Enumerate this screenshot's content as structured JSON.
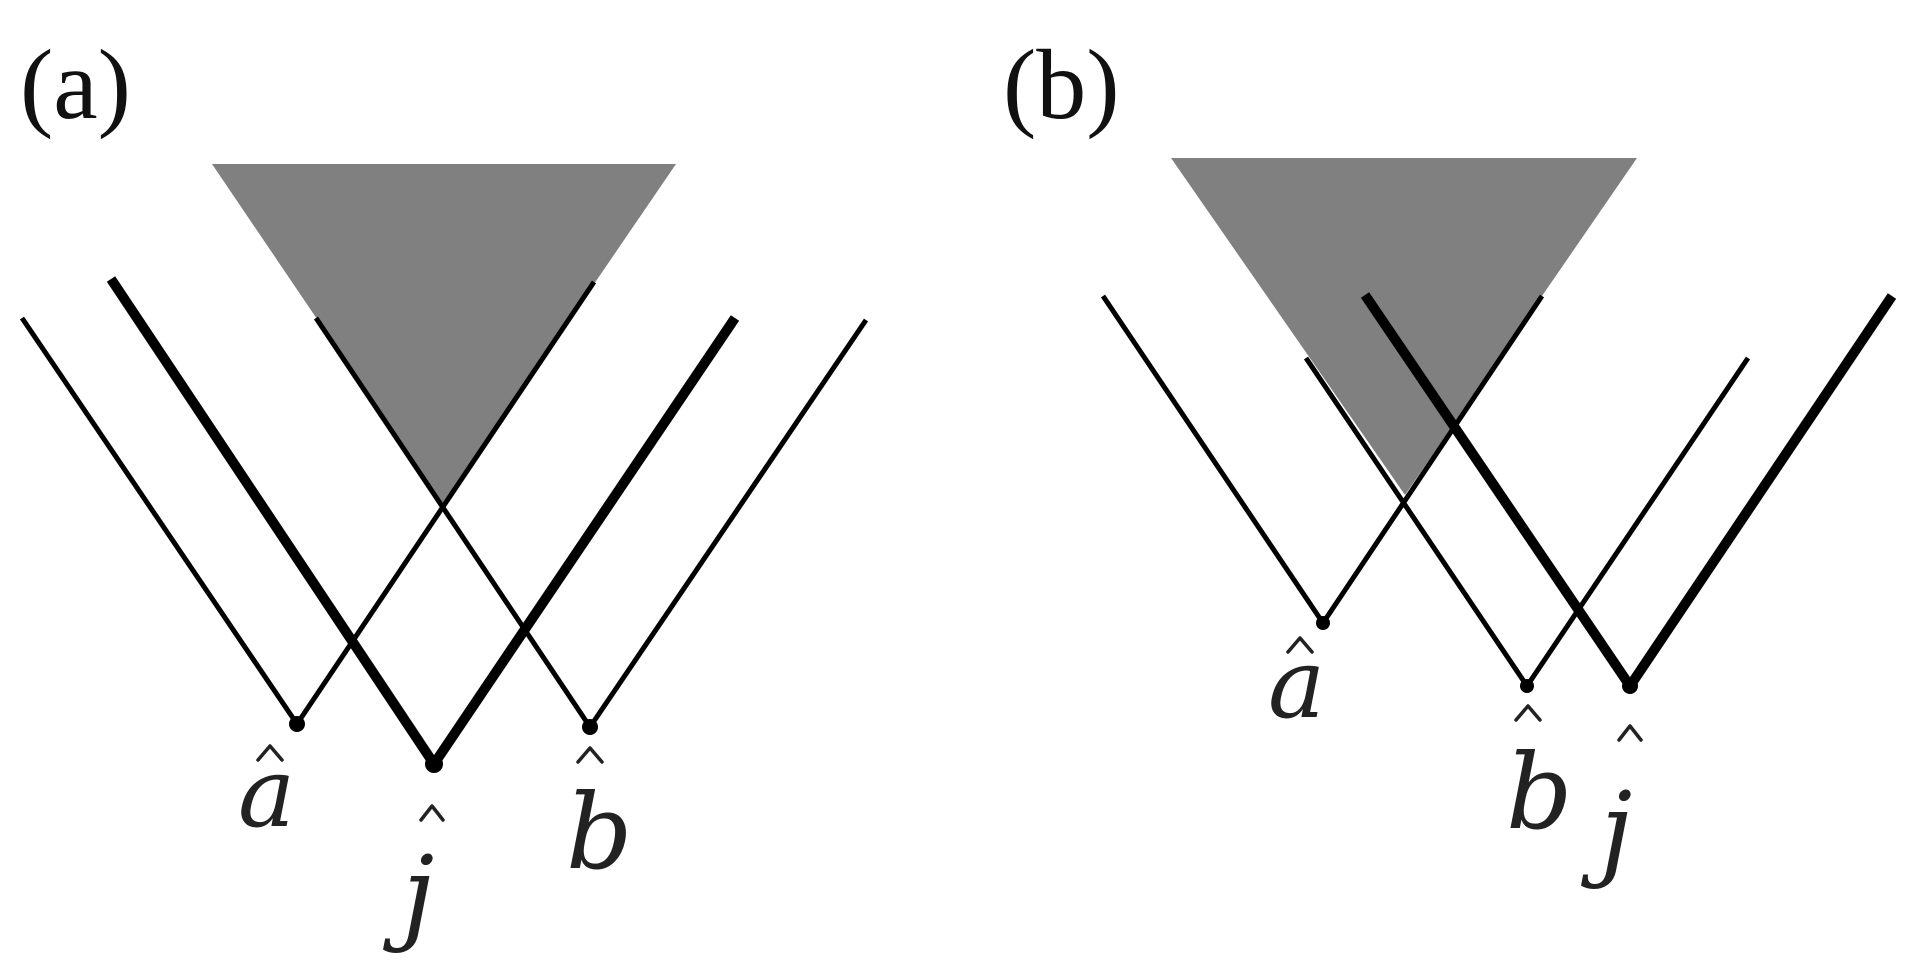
{
  "panels": [
    {
      "label": "(a)",
      "points": {
        "a": "a",
        "j": "j",
        "b": "b"
      }
    },
    {
      "label": "(b)",
      "points": {
        "a": "a",
        "b": "b",
        "j": "j"
      }
    }
  ],
  "colors": {
    "shaded_region": "#808080",
    "lines": "#000000",
    "background": "#ffffff"
  }
}
